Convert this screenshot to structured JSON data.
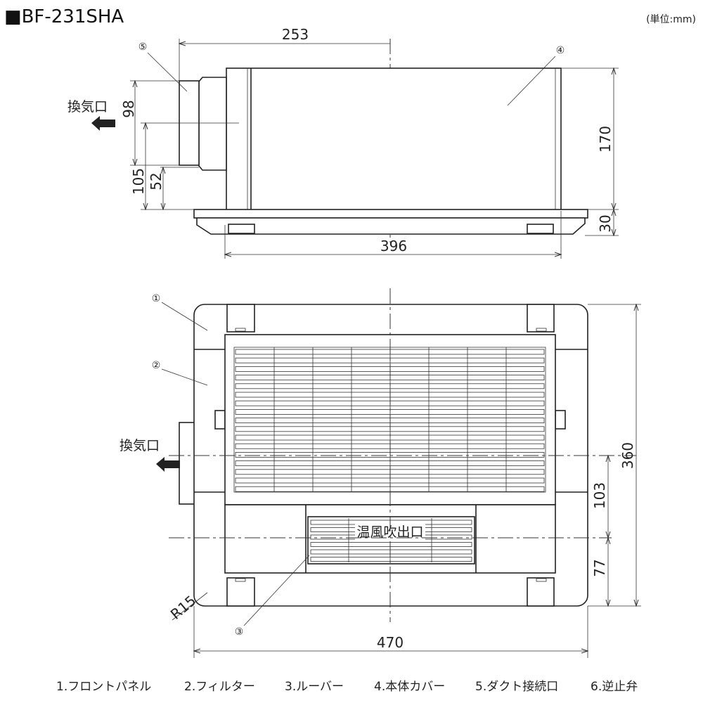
{
  "title": "■BF-231SHA",
  "unit": "(単位:mm)",
  "side_view": {
    "dims": {
      "top_width": "253",
      "height_body": "170",
      "height_panel": "30",
      "width_body": "396",
      "duct_dia": "98",
      "duct_center": "105",
      "duct_bottom": "52"
    },
    "exhaust_label": "換気口",
    "callouts": {
      "duct": "⑤",
      "cover": "④"
    }
  },
  "front_view": {
    "dims": {
      "height": "360",
      "center_offset": "103",
      "outlet_offset": "77",
      "width": "470",
      "radius": "R15"
    },
    "exhaust_label": "換気口",
    "warm_air_label": "温風吹出口",
    "callouts": {
      "panel": "①",
      "filter": "②",
      "louver": "③"
    }
  },
  "legend": [
    "1.フロントパネル",
    "2.フィルター",
    "3.ルーバー",
    "4.本体カバー",
    "5.ダクト接続口",
    "6.逆止弁"
  ]
}
